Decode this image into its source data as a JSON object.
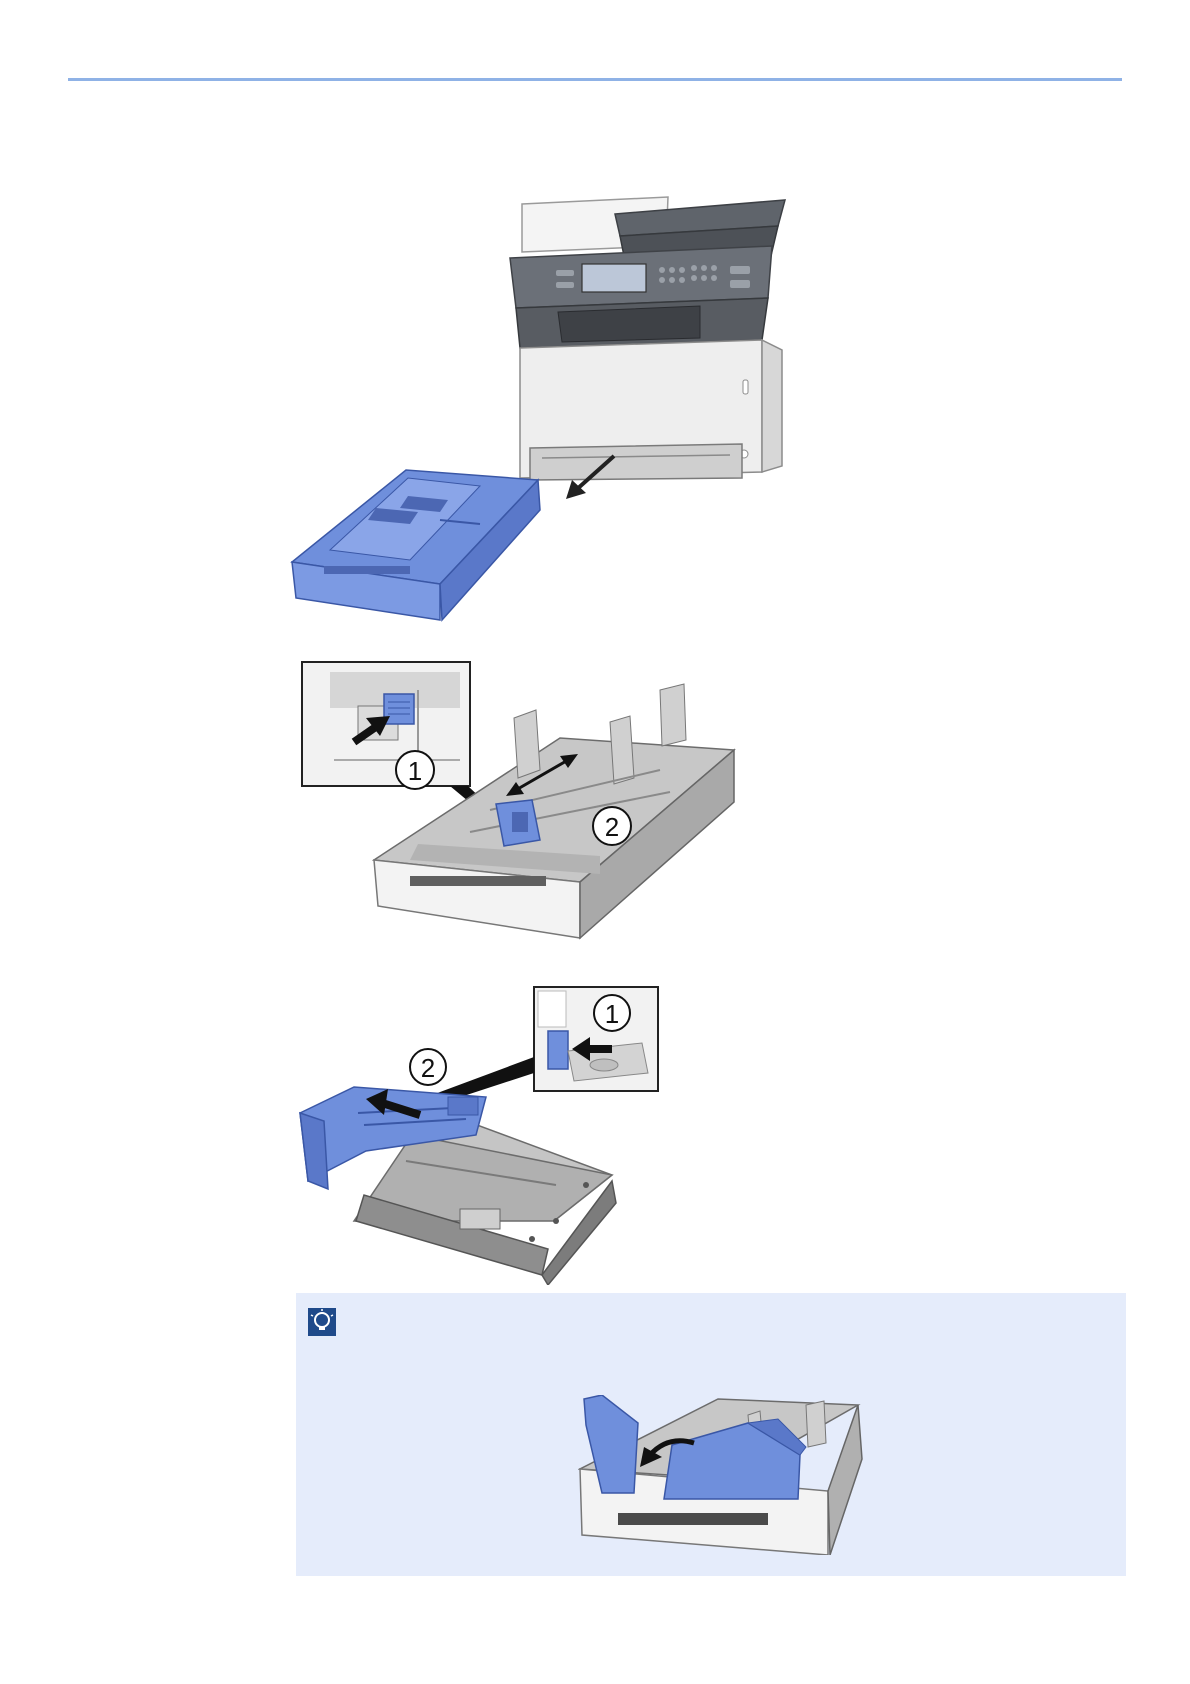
{
  "colors": {
    "header_rule": "#8fb2e6",
    "note_background": "#e5ecfb",
    "highlight_blue": "#6f8fdc",
    "printer_gray": "#5a5f66"
  },
  "figures": {
    "step2": {
      "callout_1": "1",
      "callout_2": "2"
    },
    "step3": {
      "callout_1": "1",
      "callout_2": "2"
    }
  },
  "note": {
    "icon": "note-bulb-icon"
  }
}
